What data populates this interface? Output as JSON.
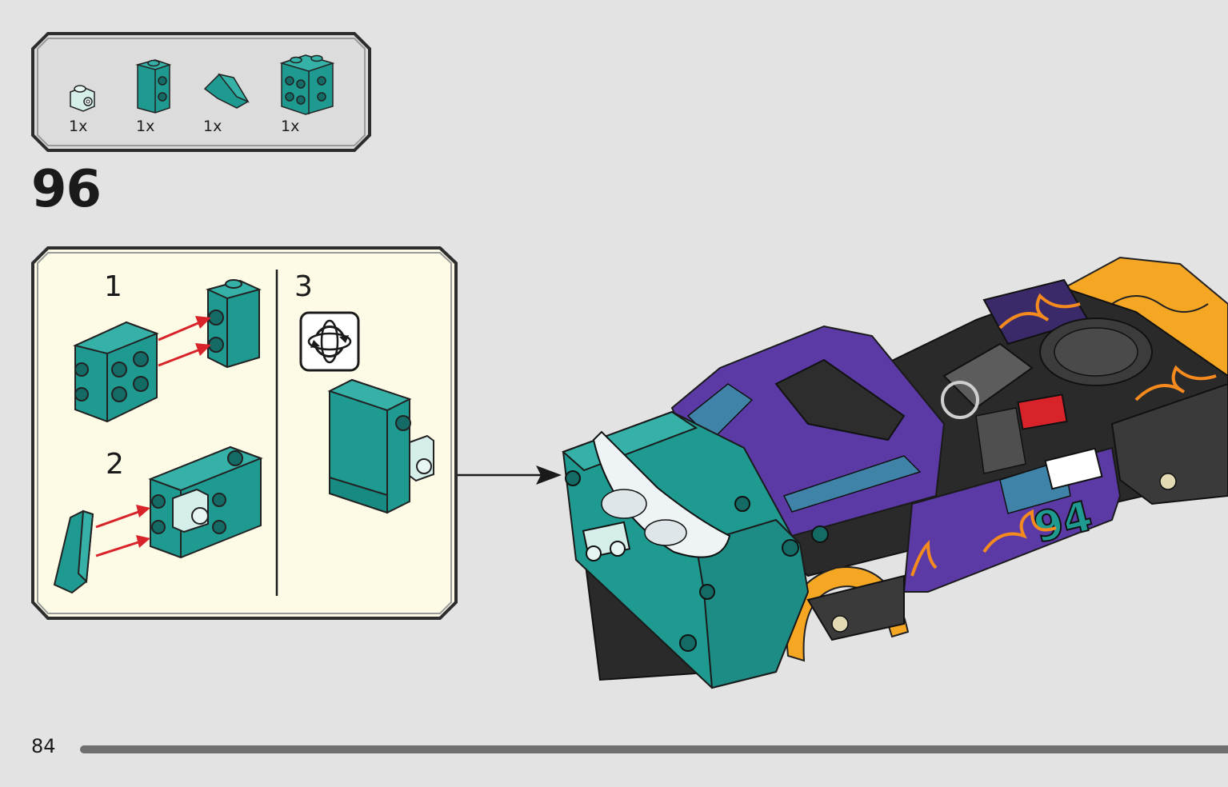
{
  "page": {
    "number": "84",
    "step_number": "96"
  },
  "parts_list": {
    "items": [
      {
        "name": "light-aqua-bracket-1x1",
        "qty": "1x"
      },
      {
        "name": "teal-brick-1x1x2-side-studs",
        "qty": "1x"
      },
      {
        "name": "teal-slope-tile",
        "qty": "1x"
      },
      {
        "name": "teal-brick-2x2-side-studs",
        "qty": "1x"
      }
    ]
  },
  "substeps": [
    {
      "number": "1"
    },
    {
      "number": "2"
    },
    {
      "number": "3"
    }
  ],
  "icons": {
    "rotate": "rotate-model-icon",
    "callout_arrow": "arrow-right-icon"
  },
  "colors": {
    "background": "#e3e3e3",
    "callout_fill": "#fdfbe6",
    "teal": "#1f9a91",
    "purple": "#5b3aa6",
    "orange": "#f5a623",
    "arrow_red": "#d8232a"
  }
}
